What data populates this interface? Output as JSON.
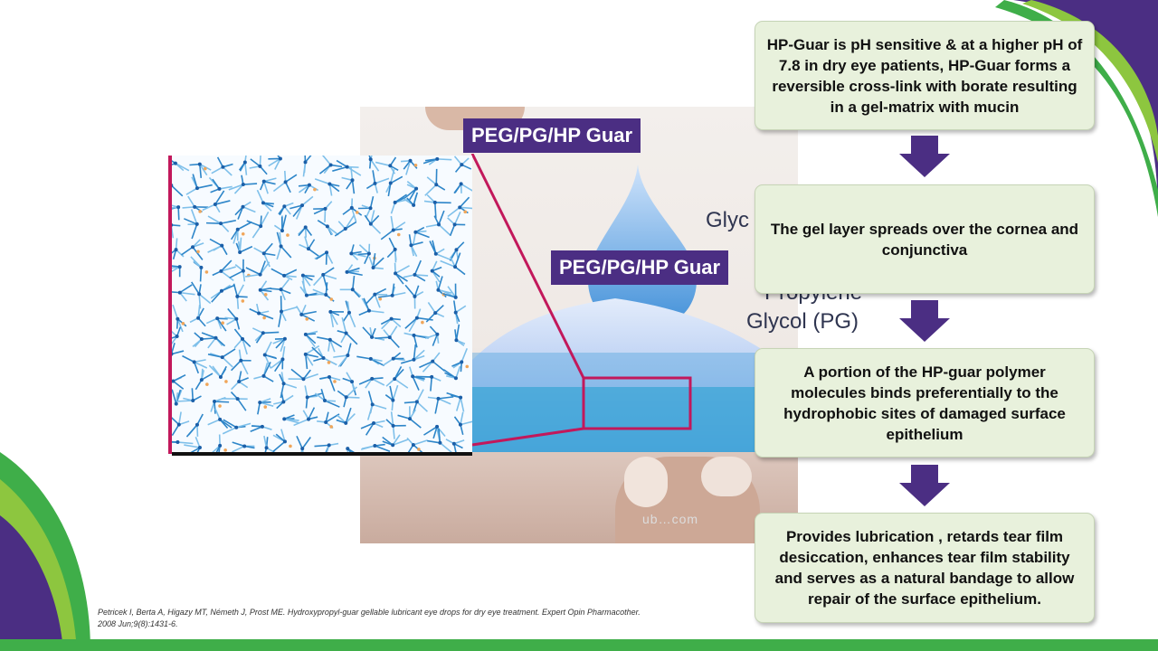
{
  "labels": {
    "top": "PEG/PG/HP Guar",
    "middle": "PEG/PG/HP Guar"
  },
  "background_fragments": {
    "glycol_partial": "Glyc",
    "propylene_partial": "Propylene",
    "glycol_pg": "Glycol (PG)",
    "watermark": "ub…com"
  },
  "flow": {
    "step1": "HP-Guar is pH sensitive & at a higher pH of 7.8 in dry eye patients, HP-Guar forms a reversible cross-link with borate resulting in a gel-matrix with mucin",
    "step2": "The gel layer spreads over the cornea and conjunctiva",
    "step3": "A portion of the HP-guar polymer molecules binds preferentially to the hydrophobic sites of damaged surface epithelium",
    "step4": "Provides lubrication , retards tear film desiccation, enhances tear film stability and serves as a natural bandage to allow repair of the surface epithelium."
  },
  "citation": "Petricek I, Berta A, Higazy MT, Németh J, Prost ME. Hydroxypropyl-guar gellable lubricant eye drops for dry eye treatment. Expert Opin Pharmacother. 2008 Jun;9(8):1431-6.",
  "colors": {
    "label_bg": "#4b2e83",
    "box_bg": "#e8f1dc",
    "arrow": "#4b2e83",
    "accent_green": "#3fae49",
    "frame_magenta": "#c2185b"
  }
}
